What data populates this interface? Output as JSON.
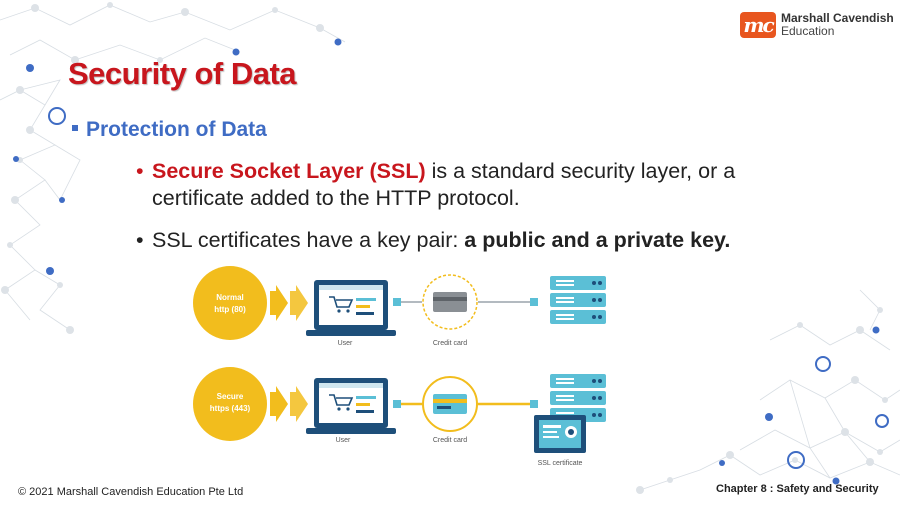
{
  "brand": {
    "badge": "mc",
    "line1": "Marshall Cavendish",
    "line2": "Education"
  },
  "title": "Security of Data",
  "subtitle": "Protection of Data",
  "bullets": {
    "b1_highlight": "Secure Socket Layer (SSL)",
    "b1_rest1": " is a standard security layer, or a",
    "b1_rest2": "certificate added to the HTTP protocol.",
    "b2_text": "SSL certificates have a key pair: ",
    "b2_bold": "a public and a private key."
  },
  "diagram": {
    "normal_line1": "Normal",
    "normal_line2": "http (80)",
    "secure_line1": "Secure",
    "secure_line2": "https (443)",
    "user_label": "User",
    "card_label": "Credit card",
    "ssl_label": "SSL certificate"
  },
  "footer": {
    "copyright": "© 2021 Marshall Cavendish Education Pte Ltd",
    "chapter": "Chapter 8 : Safety and Security"
  },
  "colors": {
    "title_red": "#c8161d",
    "subtitle_blue": "#3f6cc4",
    "yellow": "#f2bd1d",
    "navy": "#1e4f7a",
    "teal": "#5bbfd6",
    "brand_orange": "#e8561f"
  }
}
